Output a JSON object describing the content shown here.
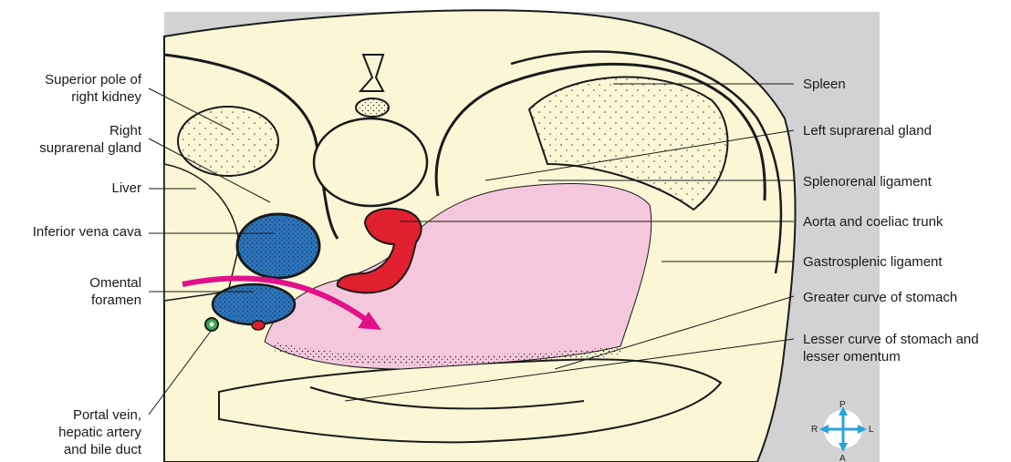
{
  "labels_left": [
    {
      "id": "superior-pole",
      "lines": [
        "Superior pole of",
        "right kidney"
      ]
    },
    {
      "id": "right-suprarenal",
      "lines": [
        "Right",
        "suprarenal gland"
      ]
    },
    {
      "id": "liver",
      "lines": [
        "Liver"
      ]
    },
    {
      "id": "ivc",
      "lines": [
        "Inferior vena cava"
      ]
    },
    {
      "id": "omental-foramen",
      "lines": [
        "Omental",
        "foramen"
      ]
    },
    {
      "id": "portal-triad",
      "lines": [
        "Portal vein,",
        "hepatic artery",
        "and bile duct"
      ]
    }
  ],
  "labels_right": [
    {
      "id": "spleen",
      "lines": [
        "Spleen"
      ]
    },
    {
      "id": "left-suprarenal",
      "lines": [
        "Left suprarenal gland"
      ]
    },
    {
      "id": "splenorenal",
      "lines": [
        "Splenorenal ligament"
      ]
    },
    {
      "id": "aorta",
      "lines": [
        "Aorta and coeliac trunk"
      ]
    },
    {
      "id": "gastrosplenic",
      "lines": [
        "Gastrosplenic ligament"
      ]
    },
    {
      "id": "greater-curve",
      "lines": [
        "Greater curve of stomach"
      ]
    },
    {
      "id": "lesser-curve",
      "lines": [
        "Lesser curve of stomach and",
        "lesser omentum"
      ]
    }
  ],
  "compass": {
    "top": "P",
    "bottom": "A",
    "left": "R",
    "right": "L"
  },
  "colors": {
    "background_panel": "#d2d2d4",
    "tissue": "#fbf7d6",
    "lesser_sac": "#f4c7dc",
    "ivc_blue": "#2e74ba",
    "aorta_red": "#e0202e",
    "arrow_magenta": "#e0118a",
    "compass_arrow": "#29a3dc"
  }
}
